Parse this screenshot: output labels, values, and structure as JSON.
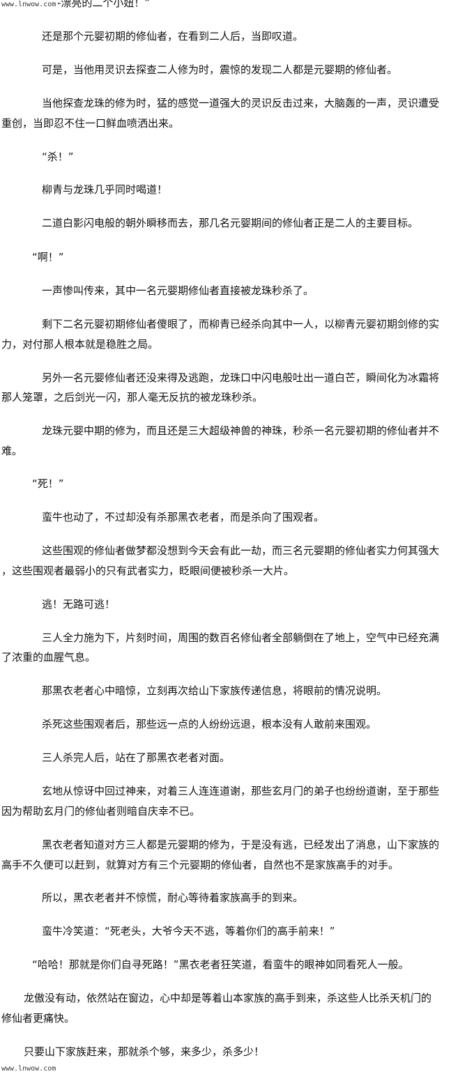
{
  "watermark": "www.lnwow.com",
  "top_fragment": "-漂亮的二个小妞！”",
  "paragraphs": [
    "还是那个元婴初期的修仙者，在看到二人后，当即叹道。",
    "可是，当他用灵识去探查二人修为时，震惊的发现二人都是元婴期的修仙者。",
    "当他探查龙珠的修为时，猛的感觉一道强大的灵识反击过来，大脑轰的一声，灵识遭受",
    "重创，当即忍不住一口鲜血喷洒出来。",
    "“杀！”",
    "柳青与龙珠几乎同时喝道！",
    "二道白影闪电般的朝外瞬移而去，那几名元婴期间的修仙者正是二人的主要目标。",
    "“啊！”",
    "一声惨叫传来，其中一名元婴期修仙者直接被龙珠秒杀了。",
    "剩下二名元婴初期修仙者傻眼了，而柳青已经杀向其中一人，以柳青元婴初期剑修的实",
    "力，对付那人根本就是稳胜之局。",
    "另外一名元婴修仙者还没来得及逃跑，龙珠口中闪电般吐出一道白芒，瞬间化为冰霜将",
    "那人笼罩，之后剑光一闪，那人毫无反抗的被龙珠秒杀。",
    "龙珠元婴中期的修为，而且还是三大超级神兽的神珠，秒杀一名元婴初期的修仙者并不",
    "难。",
    "“死！”",
    "蛮牛也动了，不过却没有杀那黑衣老者，而是杀向了围观者。",
    "这些围观的修仙者做梦都没想到今天会有此一劫，而三名元婴期的修仙者实力何其强大",
    "，这些围观者最弱小的只有武者实力，眨眼间便被秒杀一大片。",
    "逃！无路可逃！",
    "三人全力施为下，片刻时间，周围的数百名修仙者全部躺倒在了地上，空气中已经充满",
    "了浓重的血腥气息。",
    "那黑衣老者心中暗惊，立刻再次给山下家族传递信息，将眼前的情况说明。",
    "杀死这些围观者后，那些远一点的人纷纷远退，根本没有人敢前来围观。",
    "三人杀完人后，站在了那黑衣老者对面。",
    "玄地从惊讶中回过神来，对着三人连连道谢，那些玄月门的弟子也纷纷道谢，至于那些",
    "因为帮助玄月门的修仙者则暗自庆幸不已。",
    "黑衣老者知道对方三人都是元婴期的修为，于是没有逃，已经发出了消息，山下家族的",
    "高手不久便可以赶到，就算对方有三个元婴期的修仙者，自然也不是家族高手的对手。",
    "所以，黑衣老者并不惊慌，耐心等待着家族高手的到来。",
    "蛮牛冷笑道：“死老头，大爷今天不逃，等着你们的高手前来！”",
    "“哈哈！那就是你们自寻死路！”黑衣老者狂笑道，看蛮牛的眼神如同看死人一般。",
    "龙傲没有动，依然站在窗边，心中却是等着山本家族的高手到来，杀这些人比杀天机门的",
    "修仙者更痛快。",
    "只要山下家族赶来，那就杀个够，来多少，杀多少！"
  ]
}
